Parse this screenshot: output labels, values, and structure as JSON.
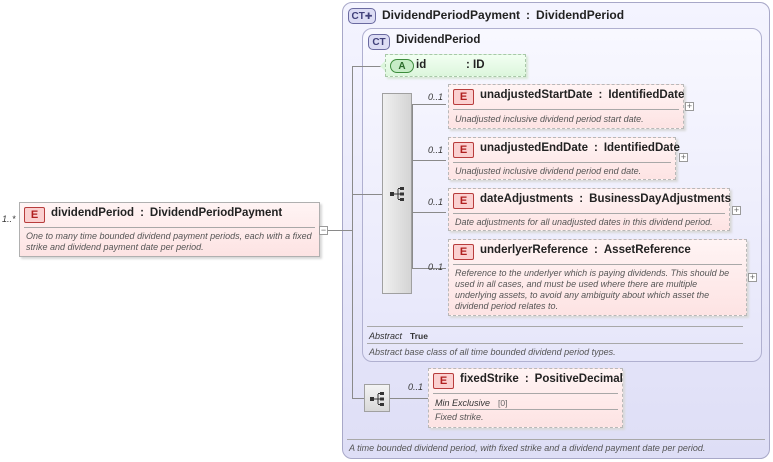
{
  "root": {
    "multiplicity": "1..*",
    "badge": "E",
    "name": "dividendPeriod",
    "type": "DividendPeriodPayment",
    "description": "One to many time bounded dividend payment periods, each with a fixed strike and dividend payment date per period."
  },
  "outer_ct": {
    "badge": "CT",
    "name": "DividendPeriodPayment",
    "base": "DividendPeriod",
    "description": "A time bounded dividend period, with fixed strike and a dividend payment date per period."
  },
  "inner_ct": {
    "badge": "CT",
    "name": "DividendPeriod",
    "abstract_label": "Abstract",
    "abstract_value": "True",
    "description": "Abstract base class of all time bounded dividend period types."
  },
  "attribute": {
    "badge": "A",
    "name": "id",
    "type": "ID"
  },
  "elements": [
    {
      "multiplicity": "0..1",
      "badge": "E",
      "name": "unadjustedStartDate",
      "type": "IdentifiedDate",
      "description": "Unadjusted inclusive dividend period start date."
    },
    {
      "multiplicity": "0..1",
      "badge": "E",
      "name": "unadjustedEndDate",
      "type": "IdentifiedDate",
      "description": "Unadjusted inclusive dividend period end date."
    },
    {
      "multiplicity": "0..1",
      "badge": "E",
      "name": "dateAdjustments",
      "type": "BusinessDayAdjustments",
      "description": "Date adjustments for all unadjusted dates in this dividend period."
    },
    {
      "multiplicity": "0..1",
      "badge": "E",
      "name": "underlyerReference",
      "type": "AssetReference",
      "description": "Reference to the underlyer which is paying dividends. This should be used in all cases, and must be used where there are multiple underlying assets, to avoid any ambiguity about which asset the dividend period relates to."
    }
  ],
  "fixed_strike": {
    "multiplicity": "0..1",
    "badge": "E",
    "name": "fixedStrike",
    "type": "PositiveDecimal",
    "facet_label": "Min Exclusive",
    "facet_value": "[0]",
    "description": "Fixed strike."
  },
  "colors": {
    "element_border": "#b83c3c",
    "attribute_border": "#3c8c3c",
    "complex_type_bg": "#e6e6fa"
  },
  "icons": {
    "sequence": "sequence-icon",
    "expand": "plus-icon",
    "ct_extension": "extension-icon"
  }
}
